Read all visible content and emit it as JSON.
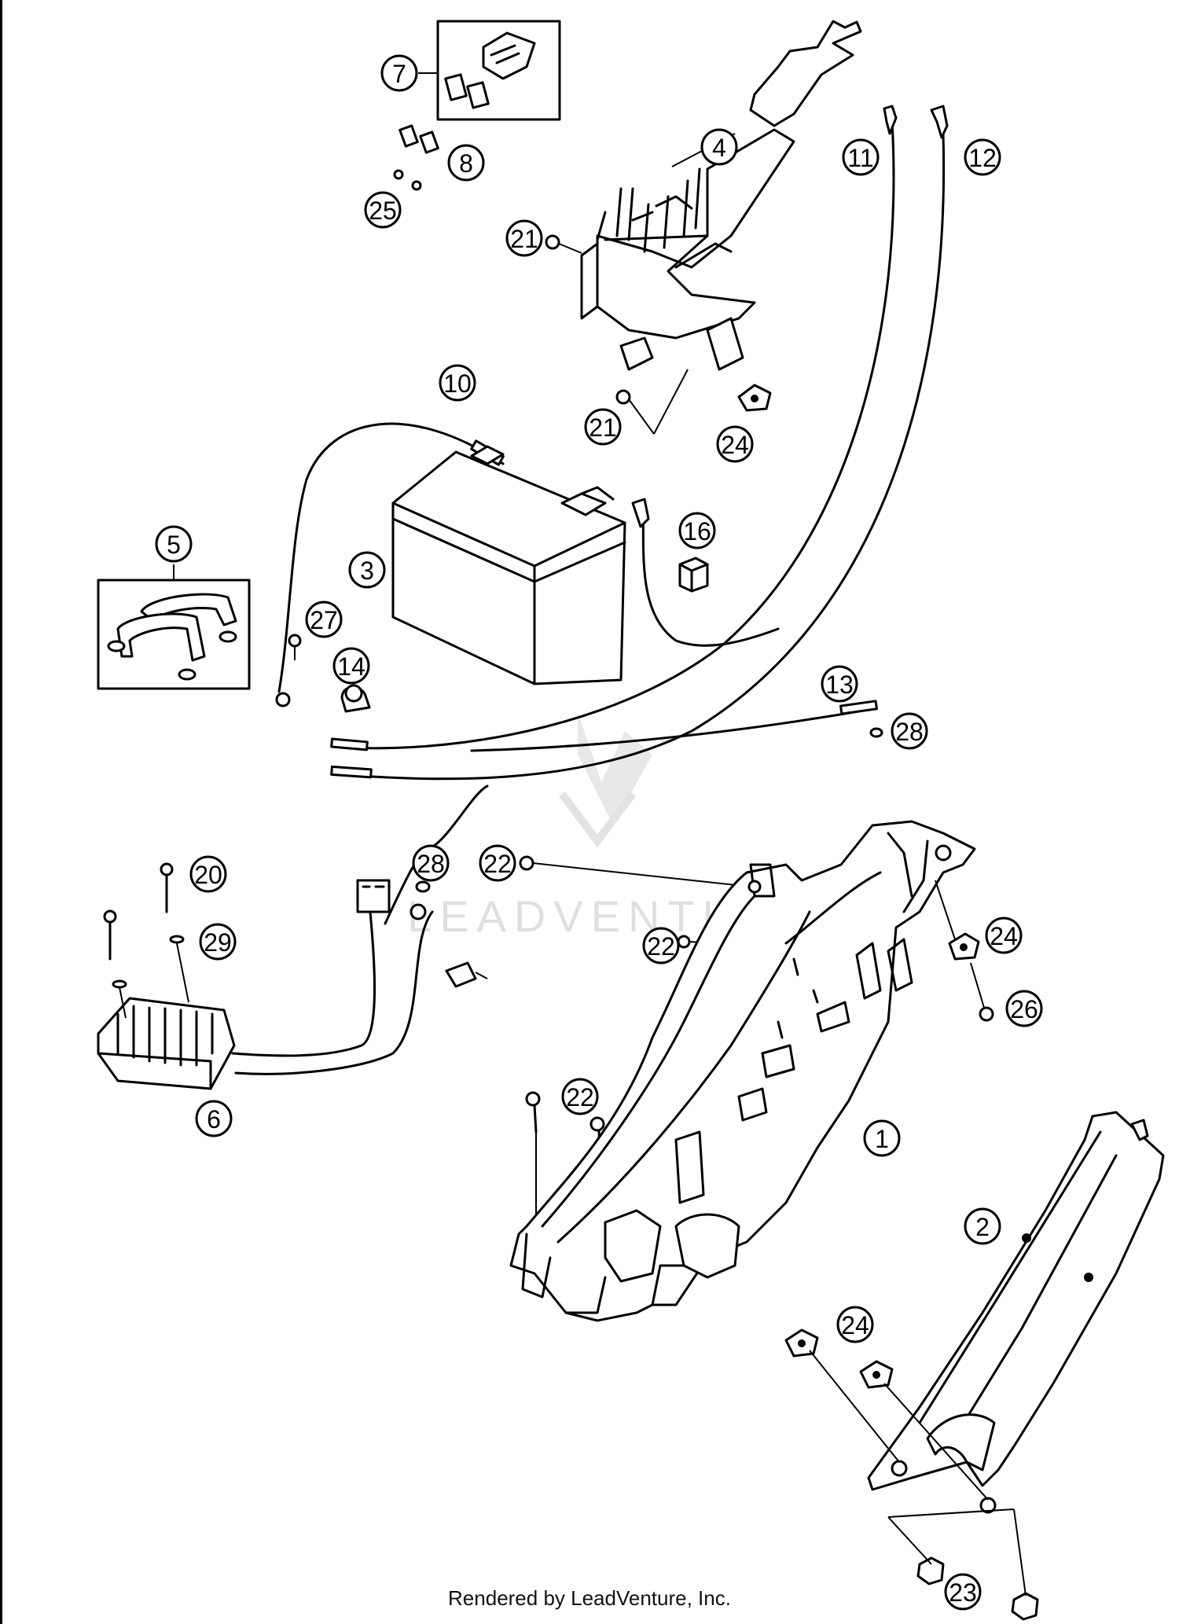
{
  "callouts": [
    {
      "id": "c1",
      "label": "1"
    },
    {
      "id": "c2",
      "label": "2"
    },
    {
      "id": "c3",
      "label": "3"
    },
    {
      "id": "c4",
      "label": "4"
    },
    {
      "id": "c5",
      "label": "5"
    },
    {
      "id": "c6",
      "label": "6"
    },
    {
      "id": "c7",
      "label": "7"
    },
    {
      "id": "c8",
      "label": "8"
    },
    {
      "id": "c10",
      "label": "10"
    },
    {
      "id": "c11",
      "label": "11"
    },
    {
      "id": "c12",
      "label": "12"
    },
    {
      "id": "c13",
      "label": "13"
    },
    {
      "id": "c14",
      "label": "14"
    },
    {
      "id": "c16",
      "label": "16"
    },
    {
      "id": "c20",
      "label": "20"
    },
    {
      "id": "c21a",
      "label": "21"
    },
    {
      "id": "c21b",
      "label": "21"
    },
    {
      "id": "c22a",
      "label": "22"
    },
    {
      "id": "c22b",
      "label": "22"
    },
    {
      "id": "c22c",
      "label": "22"
    },
    {
      "id": "c23",
      "label": "23"
    },
    {
      "id": "c24a",
      "label": "24"
    },
    {
      "id": "c24b",
      "label": "24"
    },
    {
      "id": "c24c",
      "label": "24"
    },
    {
      "id": "c25",
      "label": "25"
    },
    {
      "id": "c26",
      "label": "26"
    },
    {
      "id": "c27",
      "label": "27"
    },
    {
      "id": "c28a",
      "label": "28"
    },
    {
      "id": "c28b",
      "label": "28"
    },
    {
      "id": "c29",
      "label": "29"
    }
  ],
  "watermark": "LEADVENTURE",
  "footer": "Rendered by LeadVenture, Inc."
}
